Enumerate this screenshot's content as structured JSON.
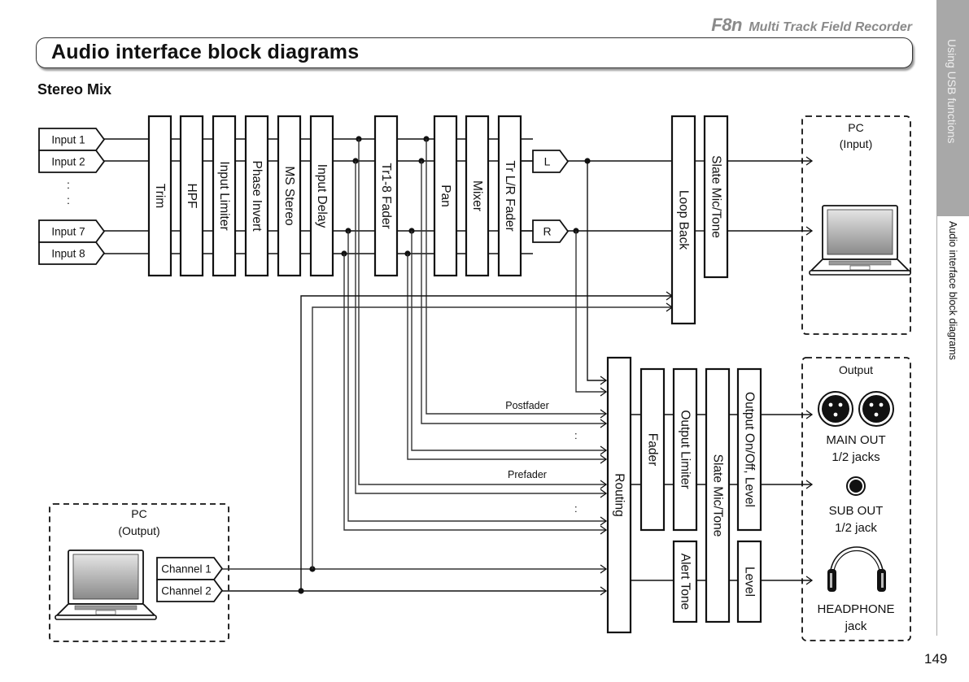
{
  "header": {
    "brand_model": "F8n",
    "brand_subtitle": "Multi Track Field Recorder",
    "title": "Audio interface block diagrams",
    "subtitle": "Stereo Mix"
  },
  "side_tab": {
    "chapter": "Using USB functions",
    "section": "Audio interface block diagrams"
  },
  "page_number": "149",
  "diagram": {
    "inputs": [
      "Input 1",
      "Input 2",
      "Input 7",
      "Input 8"
    ],
    "input_ellipsis": ":",
    "input_stage_blocks": [
      "Trim",
      "HPF",
      "Input Limiter",
      "Phase Invert",
      "MS Stereo",
      "Input Delay"
    ],
    "mix_stage_blocks": [
      "Tr1-8 Fader",
      "Pan",
      "Mixer",
      "Tr L/R Fader"
    ],
    "stereo_bus": [
      "L",
      "R"
    ],
    "loopback_block": "Loop Back",
    "slate_block_top": "Slate Mic/Tone",
    "pc_input": {
      "title": "PC",
      "subtitle": "(Input)"
    },
    "pc_output": {
      "title": "PC",
      "subtitle": "(Output)",
      "channels": [
        "Channel 1",
        "Channel 2"
      ]
    },
    "routing_block": "Routing",
    "routing_labels": {
      "postfader": "Postfader",
      "prefader": "Prefader",
      "ellipsis": ":"
    },
    "output_blocks": {
      "fader": "Fader",
      "output_limiter": "Output Limiter",
      "slate": "Slate Mic/Tone",
      "output_level": "Output On/Off, Level",
      "alert_tone": "Alert Tone",
      "level": "Level"
    },
    "output_panel": {
      "title": "Output",
      "main_out": "MAIN OUT",
      "main_out_sub": "1/2 jacks",
      "sub_out": "SUB OUT",
      "sub_out_sub": "1/2 jack",
      "headphone": "HEADPHONE",
      "headphone_sub": "jack"
    }
  }
}
